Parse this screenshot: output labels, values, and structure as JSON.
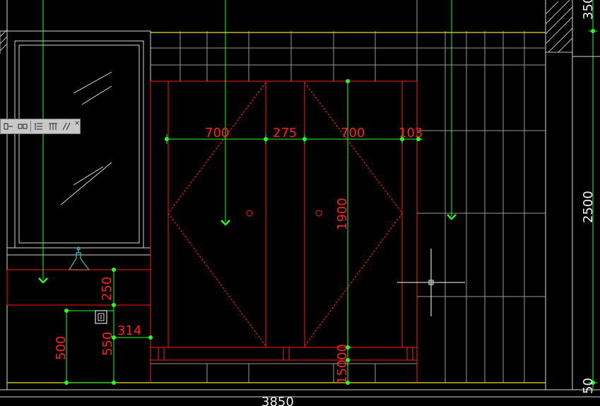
{
  "dimensions": {
    "d700_left": "700",
    "d275": "275",
    "d700_right": "700",
    "d103": "103",
    "d1900": "1900",
    "d250": "250",
    "d314": "314",
    "d500": "500",
    "d550": "550",
    "d150": "150",
    "d00": "00",
    "d2500": "2500",
    "d350": "350",
    "d50": "50",
    "d3850": "3850"
  },
  "toolbar": {
    "close_glyph": "×"
  },
  "colors": {
    "background": "#000000",
    "wall_lines": "#d8d8d8",
    "cabinet_red": "#ff1a1a",
    "dimension_green": "#22ff22",
    "ceiling_yellow": "#e8e800",
    "accent_teal": "#36a8a8"
  },
  "icons": [
    "crosshair-cursor-icon",
    "faucet-icon",
    "outlet-icon",
    "snap-marker-icon"
  ]
}
